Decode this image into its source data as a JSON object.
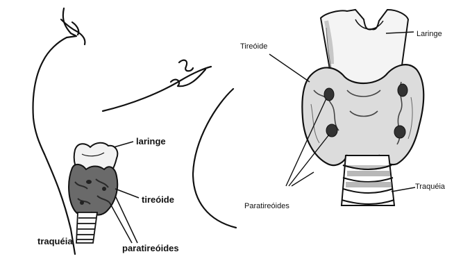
{
  "left_figure": {
    "labels": {
      "laringe": "laringe",
      "tireoide": "tireóide",
      "traqueia": "traquéia",
      "paratireoides": "paratireóides"
    }
  },
  "right_figure": {
    "labels": {
      "tireoide": "Tireóide",
      "laringe": "Laringe",
      "traqueia": "Traquéia",
      "paratireoides": "Paratireóides"
    }
  },
  "colors": {
    "ink": "#111111",
    "background": "#ffffff"
  }
}
